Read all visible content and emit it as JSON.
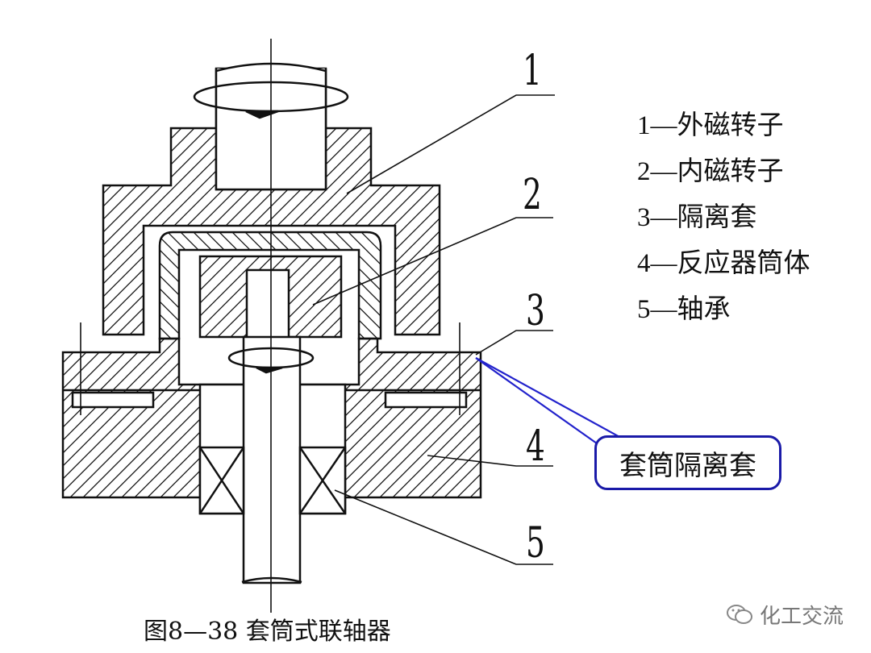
{
  "part_labels": {
    "p1": "1",
    "p2": "2",
    "p3": "3",
    "p4": "4",
    "p5": "5"
  },
  "legend": [
    "1—外磁转子",
    "2—内磁转子",
    "3—隔离套",
    "4—反应器筒体",
    "5—轴承"
  ],
  "callout": {
    "label": "套筒隔离套",
    "border_color": "#1a1aa8"
  },
  "caption": "图8—38  套筒式联轴器",
  "watermark": {
    "text": "化工交流",
    "icon": "wechat-icon"
  },
  "colors": {
    "line": "#111111",
    "callout_line": "#2222cc"
  }
}
